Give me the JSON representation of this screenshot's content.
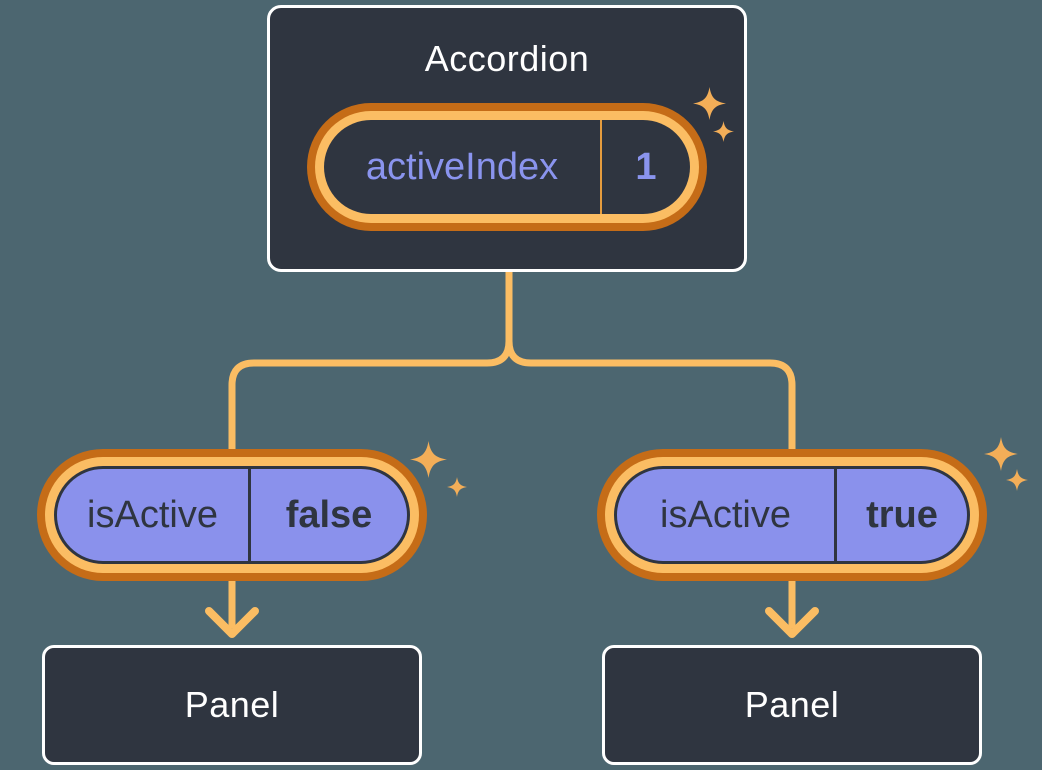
{
  "accordion_card": {
    "title": "Accordion",
    "state_pill": {
      "label": "activeIndex",
      "value": "1"
    }
  },
  "branches": [
    {
      "state_pill": {
        "label": "isActive",
        "value": "false"
      },
      "panel": {
        "title": "Panel"
      }
    },
    {
      "state_pill": {
        "label": "isActive",
        "value": "true"
      },
      "panel": {
        "title": "Panel"
      }
    }
  ],
  "icons": {
    "sparkle": "four-point-star-sparkle",
    "arrow": "arrow-down"
  },
  "colors": {
    "background": "#4C6670",
    "card": "#2F3540",
    "card_border": "#FFFFFF",
    "pill_fill": "#8A91EC",
    "pill_ring_outer": "#C56C17",
    "pill_ring_inner": "#FBBD63",
    "connector": "#FBBD63",
    "text_light": "#FFFFFF",
    "text_dark": "#2F3540",
    "text_purple": "#8A94EE",
    "divider_orange": "#E59C3E",
    "sparkle": "#F3AE58"
  }
}
